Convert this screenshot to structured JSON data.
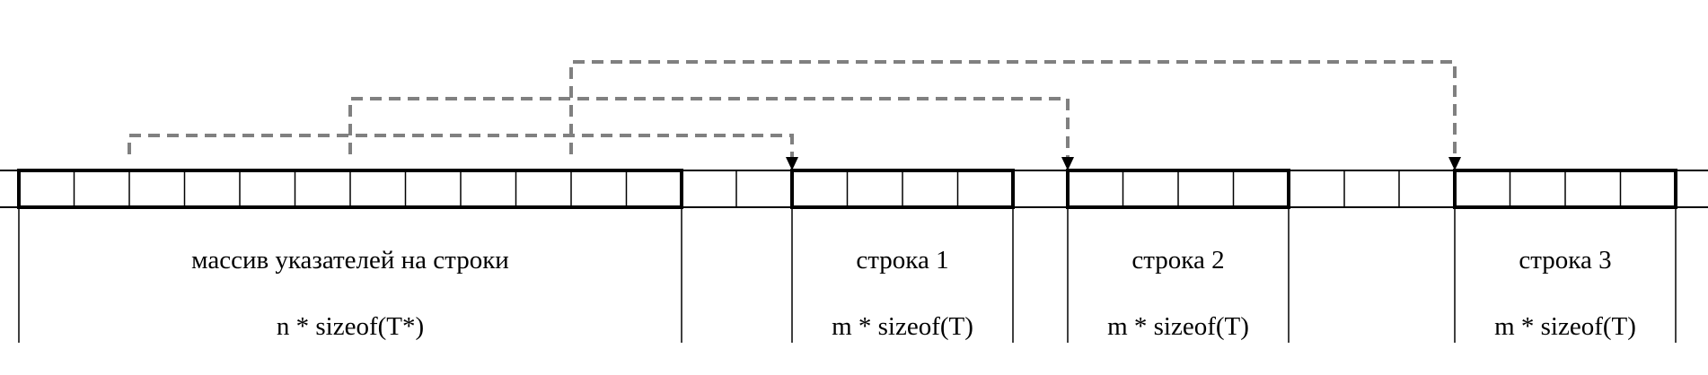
{
  "colors": {
    "line": "#000000",
    "pointer": "#808080",
    "background": "#ffffff"
  },
  "blocks": [
    {
      "id": "pointer-array",
      "title": "массив указателей на строки",
      "size": "n * sizeof(T*)",
      "cells": 12
    },
    {
      "id": "row-1",
      "title": "строка 1",
      "size": "m * sizeof(T)",
      "cells": 4
    },
    {
      "id": "row-2",
      "title": "строка 2",
      "size": "m * sizeof(T)",
      "cells": 4
    },
    {
      "id": "row-3",
      "title": "строка 3",
      "size": "m * sizeof(T)",
      "cells": 4
    }
  ],
  "pointers": [
    {
      "from_cell": 2,
      "to_block": "row-1"
    },
    {
      "from_cell": 6,
      "to_block": "row-2"
    },
    {
      "from_cell": 10,
      "to_block": "row-3"
    }
  ]
}
